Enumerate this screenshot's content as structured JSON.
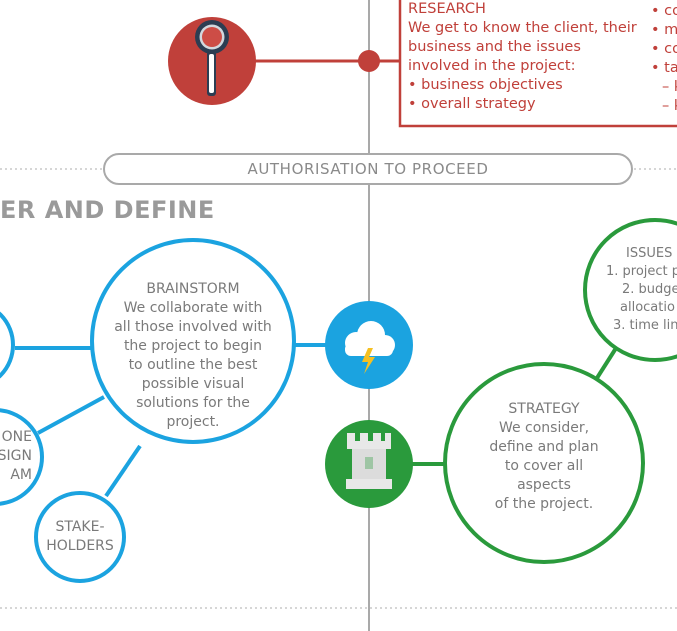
{
  "research": {
    "heading": "RESEARCH",
    "lines": [
      "We get to know the client, their",
      "business and the issues",
      "involved in the project:"
    ],
    "bullets": [
      "• business objectives",
      "• overall strategy"
    ],
    "right_fragments": [
      "• co",
      "• m",
      "• co",
      "• ta",
      "– k",
      "– k"
    ]
  },
  "banner": {
    "label": "AUTHORISATION TO PROCEED"
  },
  "section": {
    "title": "ER AND DEFINE"
  },
  "brainstorm": {
    "heading": "BRAINSTORM",
    "lines": [
      "We collaborate with",
      "all those involved with",
      "the project to begin",
      "to outline the best",
      "possible visual",
      "solutions for the",
      "project."
    ]
  },
  "design_team": {
    "lines": [
      "ONE",
      "SIGN",
      "AM"
    ]
  },
  "stakeholders": {
    "lines": [
      "STAKE-",
      "HOLDERS"
    ]
  },
  "strategy": {
    "heading": "STRATEGY",
    "lines": [
      "We consider,",
      "define and  plan",
      "to cover all",
      "aspects",
      "of the project."
    ]
  },
  "issues": {
    "heading": "ISSUES",
    "lines": [
      "1. project p",
      "2. budge",
      "allocatio",
      "3. time lin"
    ]
  },
  "colors": {
    "red": "#c0403a",
    "blue": "#1ba3e0",
    "green": "#2a9a3c",
    "gray": "#a9a9a9"
  },
  "icons": {
    "research": "magnifier-icon",
    "brainstorm": "cloud-lightning-icon",
    "strategy": "castle-tower-icon"
  }
}
